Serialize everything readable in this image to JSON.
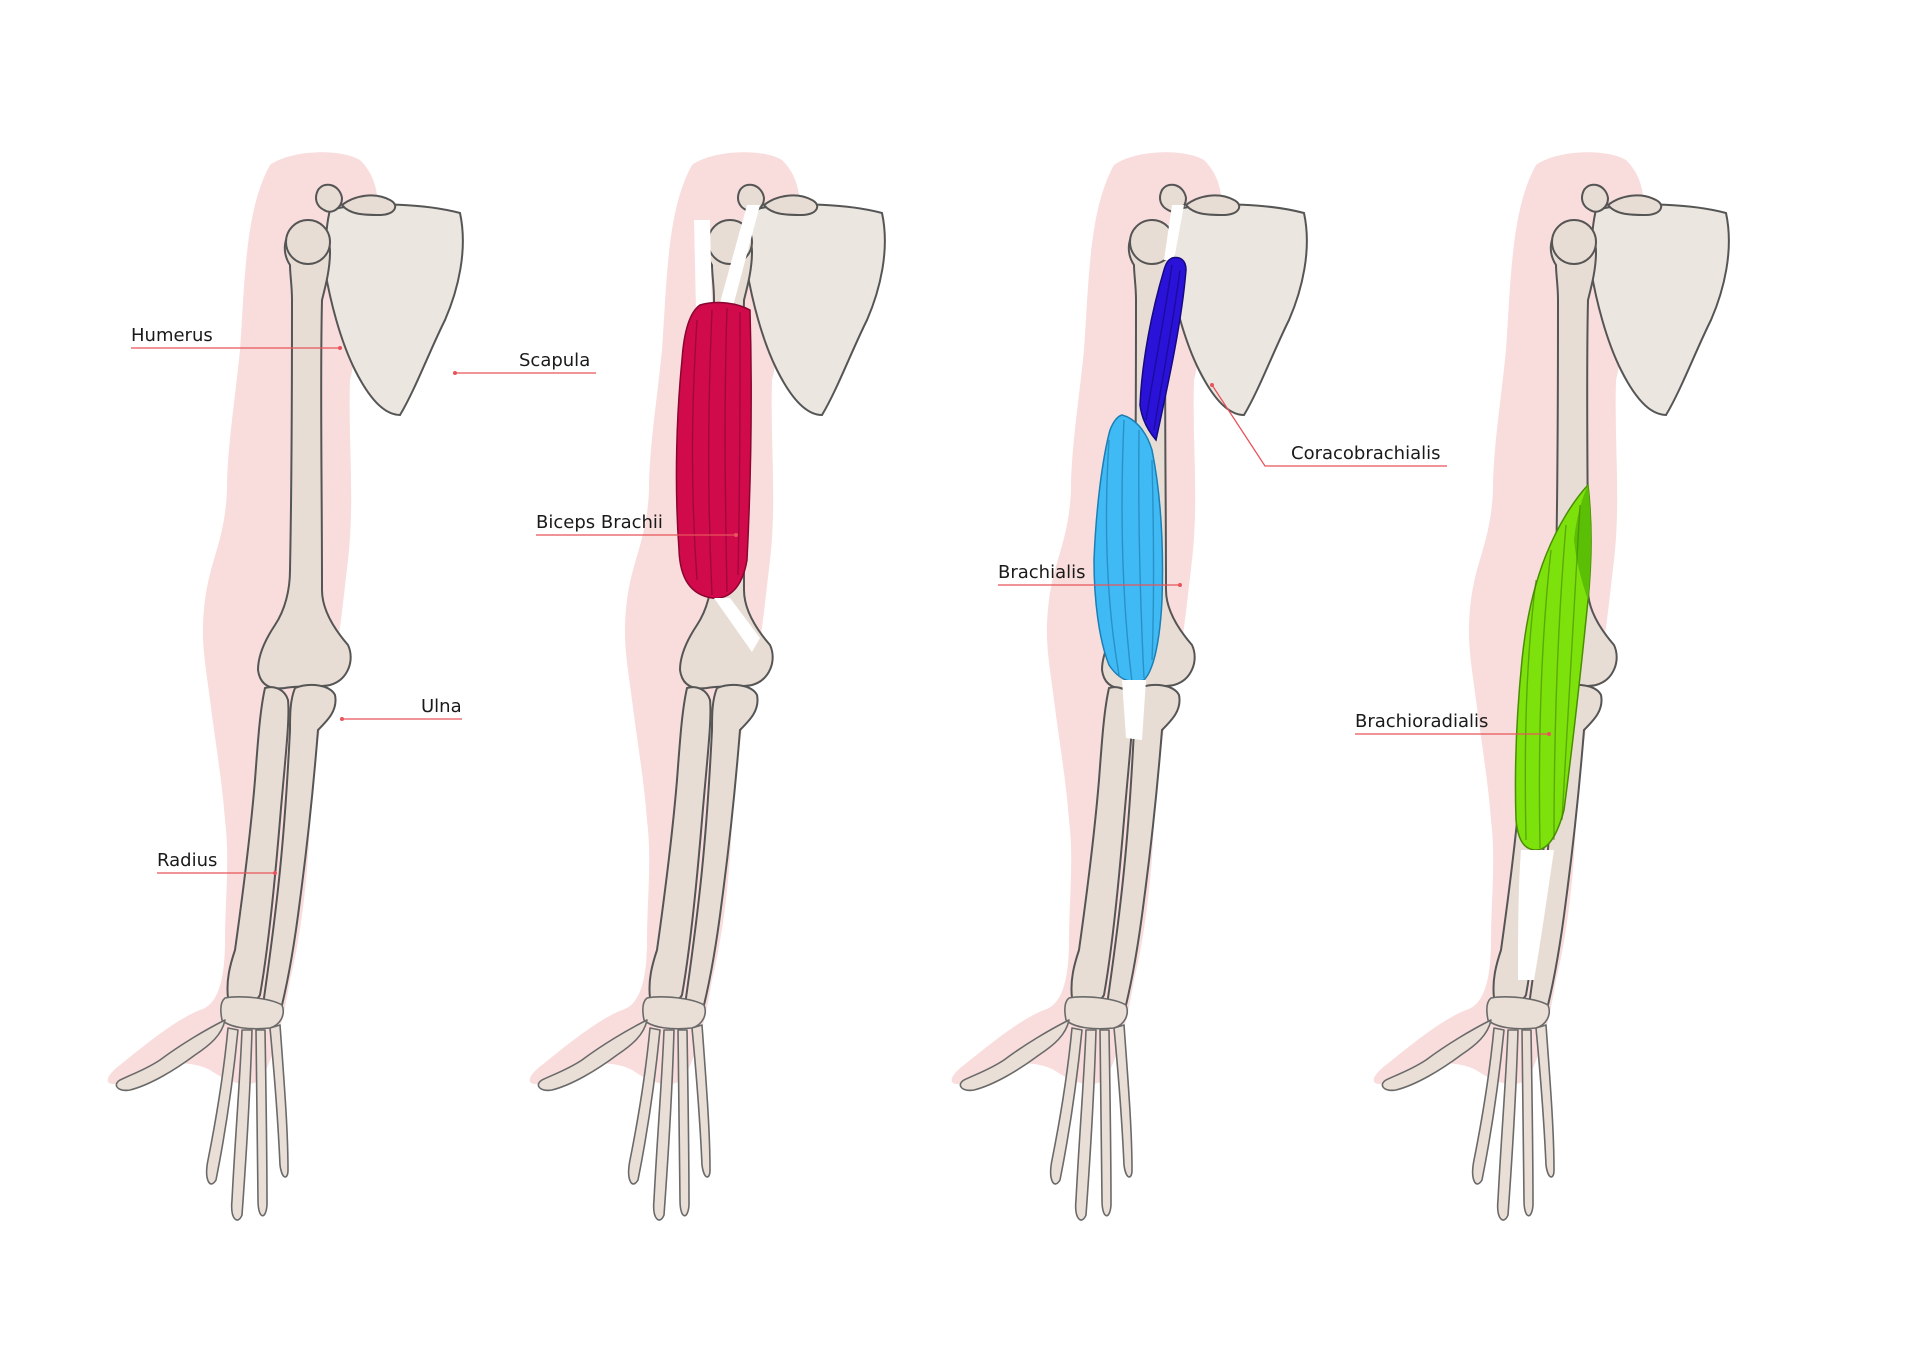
{
  "colors": {
    "silhouette": "#f9dcdc",
    "bone": "#e8ddd4",
    "outline": "#555555",
    "leader": "#e8545a",
    "biceps": "#d10a4c",
    "coracobrachialis": "#2b12d8",
    "brachialis": "#3fbaf5",
    "brachioradialis": "#7de20c"
  },
  "panels": [
    {
      "labels": [
        {
          "id": "humerus",
          "text": "Humerus"
        },
        {
          "id": "scapula",
          "text": "Scapula"
        },
        {
          "id": "ulna",
          "text": "Ulna"
        },
        {
          "id": "radius",
          "text": "Radius"
        }
      ]
    },
    {
      "labels": [
        {
          "id": "biceps",
          "text": "Biceps Brachii"
        }
      ]
    },
    {
      "labels": [
        {
          "id": "coracobrachialis",
          "text": "Coracobrachialis"
        },
        {
          "id": "brachialis",
          "text": "Brachialis"
        }
      ]
    },
    {
      "labels": [
        {
          "id": "brachioradialis",
          "text": "Brachioradialis"
        }
      ]
    }
  ]
}
